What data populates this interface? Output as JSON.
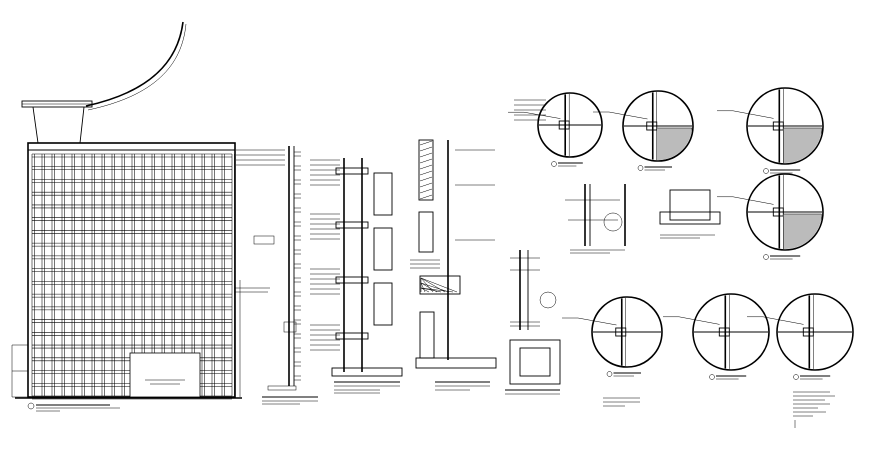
{
  "sheet": {
    "background": "#ffffff",
    "ink": "#000000"
  },
  "elevation": {
    "floors": 19,
    "bays": 20
  },
  "callouts": {
    "count": 11
  }
}
